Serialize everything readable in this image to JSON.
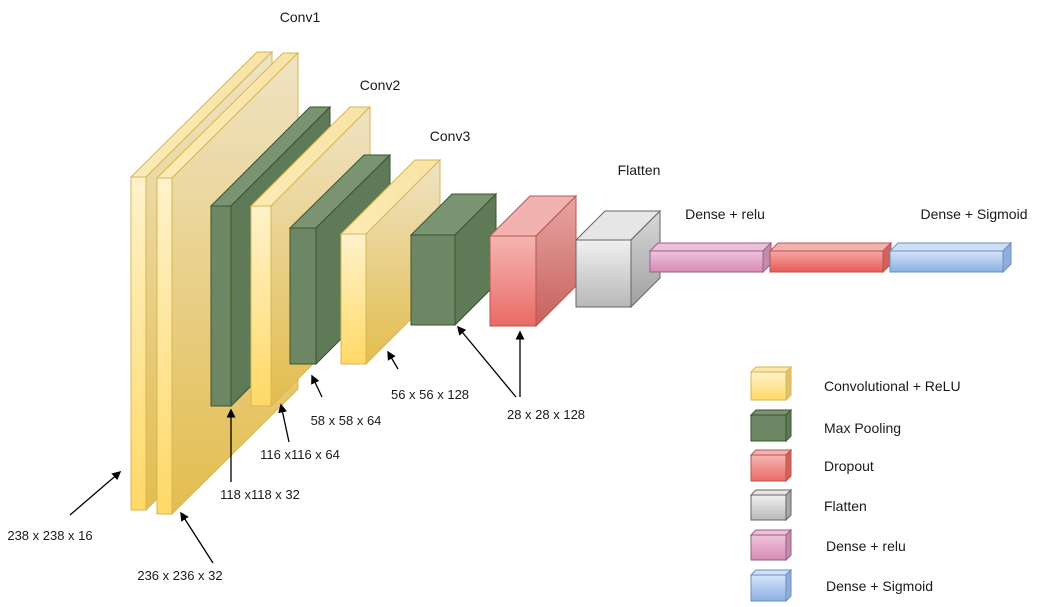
{
  "stage_titles": {
    "conv1": "Conv1",
    "conv2": "Conv2",
    "conv3": "Conv3",
    "flatten": "Flatten",
    "dense_relu": "Dense + relu",
    "dense_sigmoid": "Dense + Sigmoid"
  },
  "dimension_labels": {
    "d238": "238 x 238 x 16",
    "d236": "236 x 236 x 32",
    "d118": "118 x118 x 32",
    "d116": "116 x116 x 64",
    "d58": "58 x 58 x 64",
    "d56": "56 x 56 x 128",
    "d28": "28 x 28 x 128"
  },
  "legend": [
    {
      "label": "Convolutional + ReLU",
      "color": "#FFE599"
    },
    {
      "label": "Max Pooling",
      "color": "#6D8764"
    },
    {
      "label": "Dropout",
      "color": "#F19C99"
    },
    {
      "label": "Flatten",
      "color": "#D3D3D3"
    },
    {
      "label": "Dense + relu",
      "color": "#E6A0C4"
    },
    {
      "label": "Dense + Sigmoid",
      "color": "#A9C4EB"
    }
  ],
  "colors": {
    "conv_front": "#FFE599",
    "conv_side": "#E8D5A0",
    "conv_edge": "#D6B656",
    "pool_front": "#6D8764",
    "pool_side": "#5E7A56",
    "pool_edge": "#3A5431",
    "dropout_front": "#EA6B66",
    "dropout_side": "#D98A87",
    "dropout_edge": "#B85450",
    "flatten_front": "#C8C8C8",
    "flatten_side": "#A8A8A8",
    "flatten_edge": "#666666",
    "dense_relu": "#E6A0C4",
    "dense_relu_edge": "#996185",
    "dense_dropout": "#EA6B66",
    "dense_sigmoid": "#A9C4EB",
    "dense_sigmoid_edge": "#6C8EBF"
  }
}
